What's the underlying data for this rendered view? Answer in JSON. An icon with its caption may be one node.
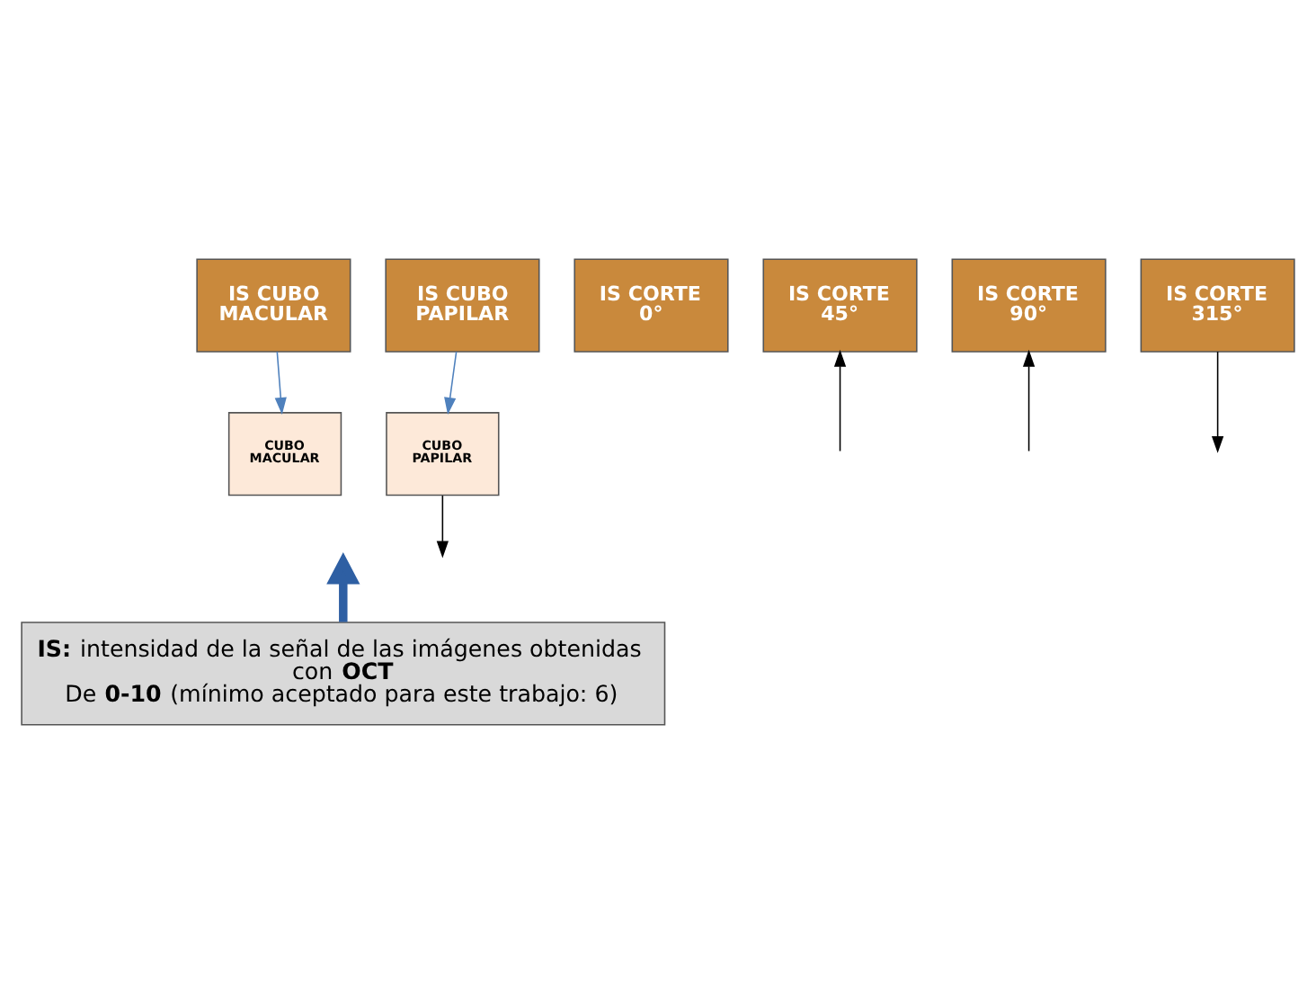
{
  "diagram": {
    "nodes": [
      {
        "text": [
          "IS CUBO MACULAR"
        ]
      },
      {
        "text": [
          "IS CUBO PAPILAR"
        ]
      },
      {
        "text": [
          "IS CORTE 0°"
        ]
      },
      {
        "text": [
          "IS CORTE 45°"
        ]
      },
      {
        "text": [
          "IS CORTE 90°"
        ]
      },
      {
        "text": [
          "IS CORTE 315°"
        ]
      },
      {
        "text": [
          "CUBO MACULAR"
        ]
      },
      {
        "text": [
          "CUBO PAPILAR"
        ]
      },
      {
        "text": [
          "**IS:** intensidad de la señal de las imágenes obtenidas con **OCT**",
          "De **0-10** (mínimo aceptado para este trabajo: 6)"
        ]
      }
    ],
    "edges": [
      {
        "from": 0,
        "to": 6,
        "arrow": "to",
        "color": "#4f81bd"
      },
      {
        "from": 1,
        "to": 7,
        "arrow": "to",
        "color": "#4f81bd"
      },
      {
        "from": 7,
        "to": null,
        "arrow": "to"
      },
      {
        "from": null,
        "to": 3,
        "arrow": "to"
      },
      {
        "from": null,
        "to": 4,
        "arrow": "to"
      },
      {
        "from": 5,
        "to": null,
        "arrow": "to"
      },
      {
        "from": 8,
        "to": null,
        "arrow": "to",
        "style": "thick",
        "color": "#2e5fa3"
      }
    ]
  }
}
